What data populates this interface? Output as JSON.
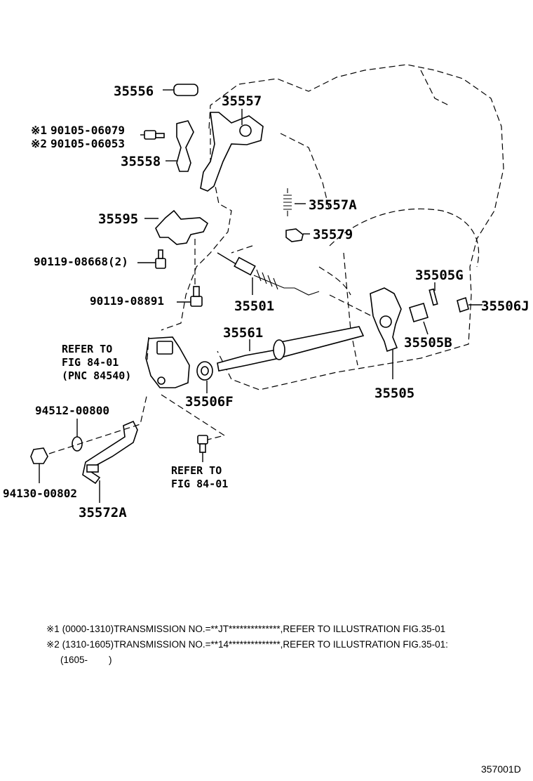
{
  "labels": {
    "p35556": "35556",
    "p35557": "35557",
    "bolt1_mark": "※1",
    "bolt1": "90105-06079",
    "bolt2_mark": "※2",
    "bolt2": "90105-06053",
    "p35558": "35558",
    "p35557A": "35557A",
    "p35595": "35595",
    "p35579": "35579",
    "p90119_08668": "90119-08668(2)",
    "p35505G": "35505G",
    "p90119_08891": "90119-08891",
    "p35501": "35501",
    "p35506J": "35506J",
    "p35561": "35561",
    "p35505B": "35505B",
    "refer1_line1": "REFER TO",
    "refer1_line2": "FIG 84-01",
    "refer1_line3": "(PNC 84540)",
    "p35506F": "35506F",
    "p35505": "35505",
    "p94512": "94512-00800",
    "refer2_line1": "REFER TO",
    "refer2_line2": "FIG 84-01",
    "p94130": "94130-00802",
    "p35572A": "35572A"
  },
  "notes": {
    "note1": "※1 (0000-1310)TRANSMISSION NO.=**JT**************,REFER TO ILLUSTRATION FIG.35-01",
    "note2": "※2 (1310-1605)TRANSMISSION NO.=**14**************,REFER TO ILLUSTRATION FIG.35-01:",
    "note3": "(1605-        )"
  },
  "figure_code": "357001D"
}
